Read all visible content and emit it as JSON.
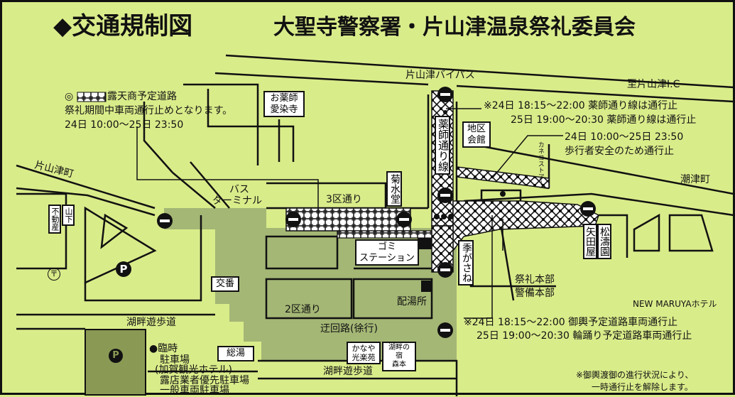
{
  "header": {
    "title": "◆交通規制図",
    "organizers": "大聖寺警察署・片山津温泉祭礼委員会"
  },
  "notes": {
    "street_stalls_line1": "◎",
    "street_stalls_legend_label": "露天商予定道路",
    "street_stalls_line2": "祭礼期間中車両通行止めとなります。",
    "street_stalls_line3": "24日 10:00〜25日 23:50",
    "yakushi_line1": "※24日 18:15〜22:00  薬師通り線は通行止",
    "yakushi_line2": "25日 19:00〜20:30  薬師通り線は通行止",
    "pedestrian_line1": "24日 10:00〜25日 23:50",
    "pedestrian_line2": "歩行者安全のため通行止",
    "parade_line1": "※24日 18:15〜22:00  御輿予定道路車両通行止",
    "parade_line2": "25日 19:00〜20:30  輪踊り予定道路車両通行止",
    "lift_line1": "※御輿渡御の進行状況により、",
    "lift_line2": "一時通行止を解除します。"
  },
  "labels": {
    "bypass": "片山津バイパス",
    "to_ic": "至片山津I.C",
    "katayamazu_town": "片山津町",
    "shiozu_town": "潮津町",
    "bus_terminal_1": "バス",
    "bus_terminal_2": "ターミナル",
    "district3": "3区通り",
    "district2": "2区通り",
    "detour": "迂回路(徐行)",
    "lakeside_walk_1": "湖畔遊歩道",
    "lakeside_walk_2": "湖畔遊歩道",
    "hq_1": "祭礼本部",
    "hq_2": "警備本部",
    "new_maruya": "NEW MARUYAホテル",
    "temp_parking_1": "●臨時",
    "temp_parking_2": "駐車場",
    "temp_parking_3": "(加賀観光ホテル)",
    "temp_parking_4": "露店業者優先駐車場",
    "temp_parking_5": "一般車両駐車場",
    "post_office_symbol": "〒",
    "parking_symbol": "P"
  },
  "boxes": {
    "yakushi_temple_1": "お薬師",
    "yakushi_temple_2": "愛染寺",
    "community_hall_1": "地区",
    "community_hall_2": "会館",
    "kikusuido": "菊水堂",
    "fudosan": "不動産",
    "yamashita": "山下",
    "garbage_1": "ゴミ",
    "garbage_2": "ステーション",
    "kisegane": "季がさね",
    "koban": "交番",
    "yuhaisho": "配湯所",
    "soyu": "総湯",
    "kanaya_1": "かなや",
    "kanaya_2": "光楽苑",
    "morimoto_1": "湖畔の宿",
    "morimoto_2": "森本",
    "yatadaya": "矢田屋",
    "shotoen": "松濤園",
    "yakushi_road": "薬師通り線",
    "kaneko_story": "カネコストアー"
  },
  "colors": {
    "background": "#d9ec8a",
    "detour_fill": "#a4b775",
    "parking_fill": "#8a9a55",
    "line": "#111111",
    "building": "#ffffff"
  },
  "icons": [
    "no-entry-icon",
    "parking-icon",
    "post-office-icon",
    "traffic-light-icon"
  ]
}
